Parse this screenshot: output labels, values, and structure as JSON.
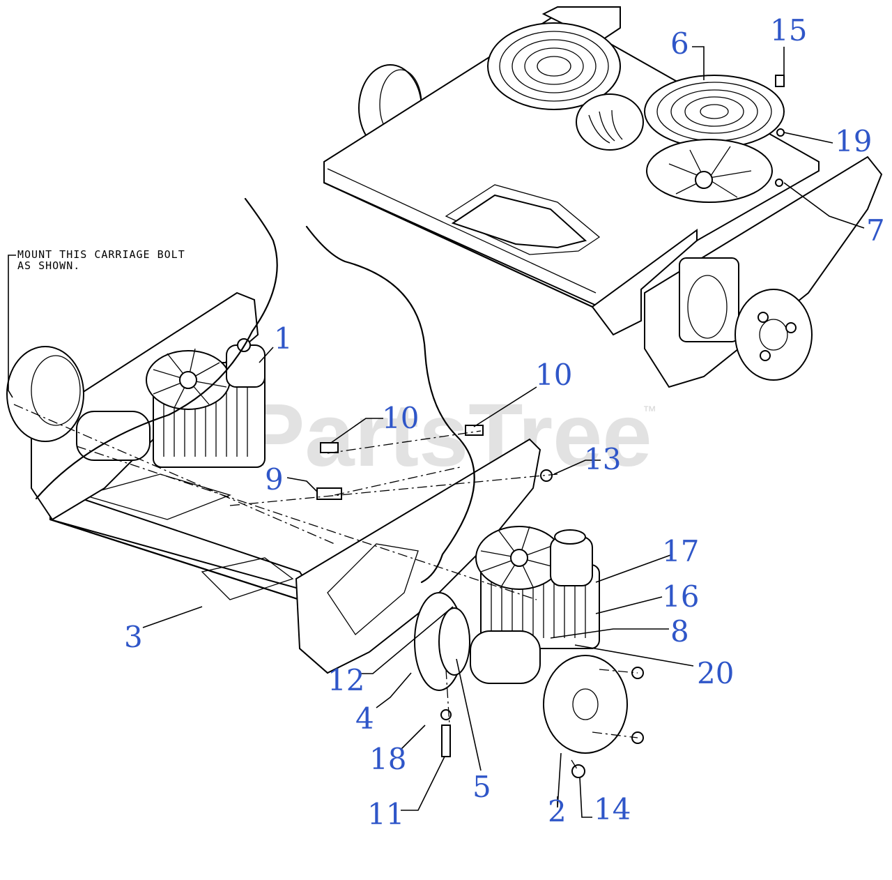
{
  "watermark": {
    "text": "PartsTree",
    "trademark": "™"
  },
  "note": {
    "line1": "MOUNT THIS CARRIAGE BOLT",
    "line2": "AS SHOWN."
  },
  "callouts": [
    "1",
    "2",
    "3",
    "4",
    "5",
    "6",
    "7",
    "8",
    "9",
    "10",
    "10",
    "11",
    "12",
    "13",
    "14",
    "15",
    "16",
    "17",
    "18",
    "19",
    "20"
  ],
  "colors": {
    "callout": "#2f56c8",
    "ink": "#000000",
    "watermark": "#e2e2e2"
  }
}
